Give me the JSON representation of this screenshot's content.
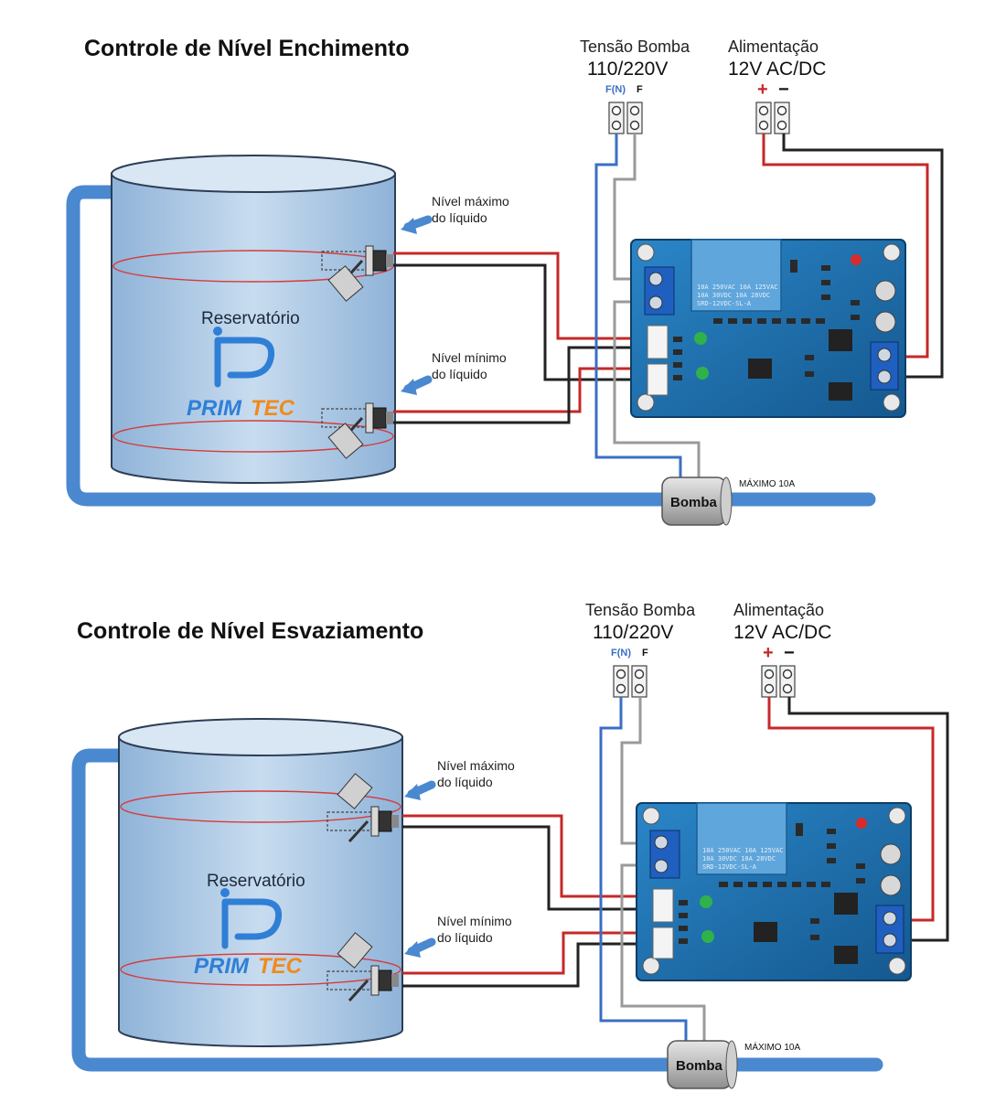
{
  "diagrams": [
    {
      "title": "Controle de Nível Enchimento",
      "pump_voltage_label": "Tensão Bomba",
      "pump_voltage_value": "110/220V",
      "pump_terminal_left": "F(N)",
      "pump_terminal_right": "F",
      "power_label": "Alimentação",
      "power_value": "12V AC/DC",
      "power_plus": "+",
      "power_minus": "−",
      "max_level_line1": "Nível máximo",
      "max_level_line2": "do líquido",
      "min_level_line1": "Nível mínimo",
      "min_level_line2": "do líquido",
      "reservoir_label": "Reservatório",
      "brand_prim": "PRIM",
      "brand_tec": "TEC",
      "pump_label": "Bomba",
      "max_current": "MÁXIMO 10A",
      "relay_text": [
        "10A 250VAC  10A 125VAC",
        "10A 30VDC   10A 28VDC",
        "SRD-12VDC-SL-A"
      ]
    },
    {
      "title": "Controle de Nível Esvaziamento",
      "pump_voltage_label": "Tensão Bomba",
      "pump_voltage_value": "110/220V",
      "pump_terminal_left": "F(N)",
      "pump_terminal_right": "F",
      "power_label": "Alimentação",
      "power_value": "12V AC/DC",
      "power_plus": "+",
      "power_minus": "−",
      "max_level_line1": "Nível máximo",
      "max_level_line2": "do líquido",
      "min_level_line1": "Nível mínimo",
      "min_level_line2": "do líquido",
      "reservoir_label": "Reservatório",
      "brand_prim": "PRIM",
      "brand_tec": "TEC",
      "pump_label": "Bomba",
      "max_current": "MÁXIMO 10A",
      "relay_text": [
        "10A 250VAC  10A 125VAC",
        "10A 30VDC   10A 28VDC",
        "SRD-12VDC-SL-A"
      ]
    }
  ],
  "colors": {
    "wire_red": "#c62828",
    "wire_black": "#222222",
    "wire_blue": "#3a6fc4",
    "wire_gray": "#9a9a9a",
    "tank_water": "#a9c6e2",
    "pipe": "#4a88d0",
    "board": "#1d6fae",
    "brand_blue": "#2f7fd6",
    "brand_orange": "#f08a1c"
  }
}
